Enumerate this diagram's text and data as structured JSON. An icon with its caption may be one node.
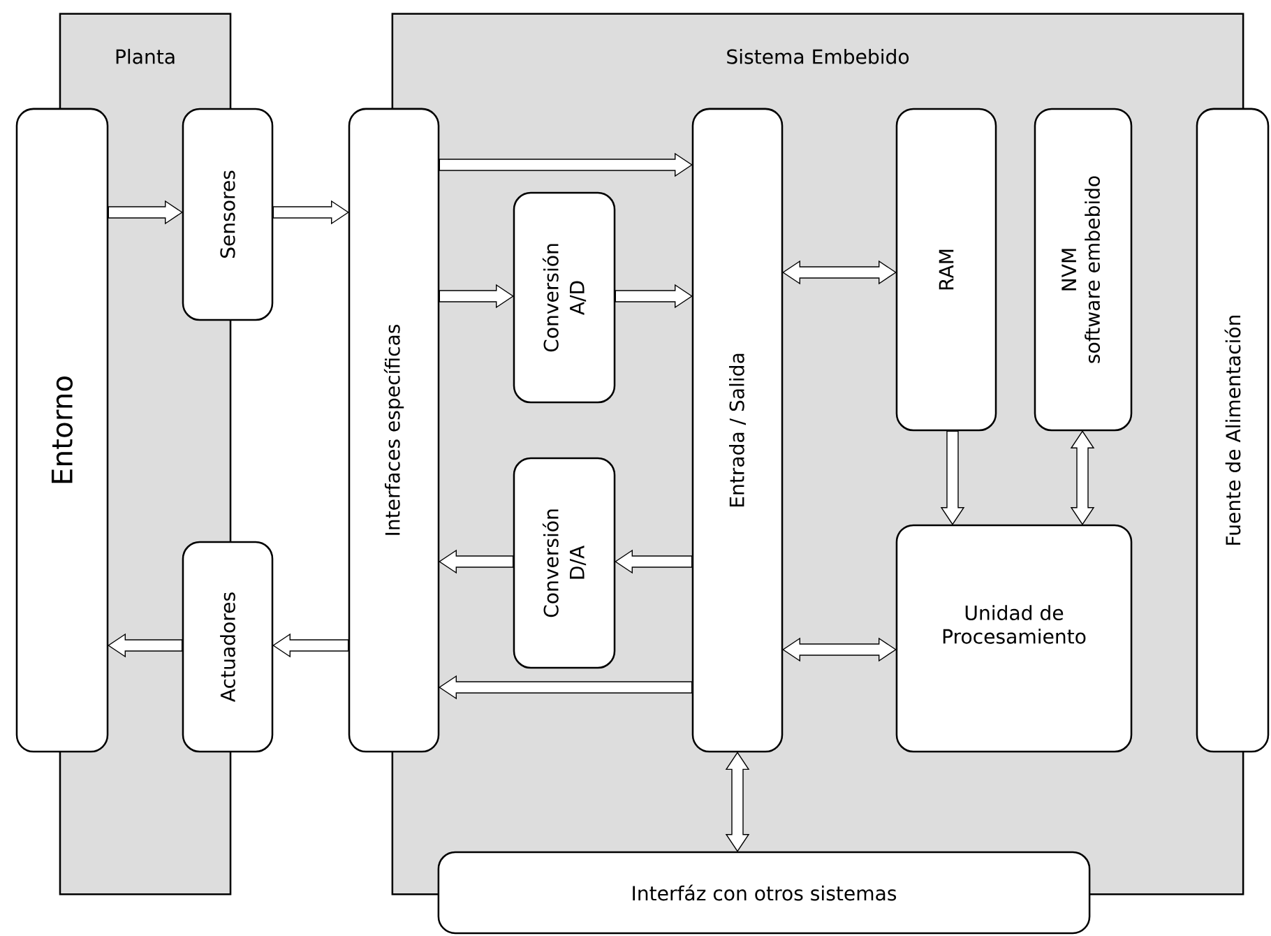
{
  "diagram": {
    "nodes": [
      {
        "text": [
          "Planta"
        ]
      },
      {
        "text": [
          "Sistema Embebido"
        ]
      },
      {
        "text": [
          "Entorno"
        ]
      },
      {
        "text": [
          "Sensores"
        ]
      },
      {
        "text": [
          "Actuadores"
        ]
      },
      {
        "text": [
          "Interfaces específicas"
        ]
      },
      {
        "text": [
          "Conversión A/D"
        ],
        "in": 1
      },
      {
        "text": [
          "Conversión D/A"
        ],
        "in": 1
      },
      {
        "text": [
          "Entrada / Salida"
        ],
        "in": 1
      },
      {
        "text": [
          "RAM"
        ],
        "in": 1
      },
      {
        "text": [
          "NVM",
          "software embebido"
        ],
        "in": 1
      },
      {
        "text": [
          "Unidad de Procesamiento"
        ],
        "in": 1
      },
      {
        "text": [
          "Fuente de Alimentación"
        ]
      },
      {
        "text": [
          "Interfáz con otros sistemas"
        ]
      }
    ],
    "edges": [
      {
        "from": 2,
        "to": 3,
        "arrow": "to"
      },
      {
        "from": 3,
        "to": 5,
        "arrow": "to"
      },
      {
        "from": 5,
        "to": 8,
        "arrow": "to"
      },
      {
        "from": 5,
        "to": 6,
        "arrow": "to"
      },
      {
        "from": 6,
        "to": 8,
        "arrow": "to"
      },
      {
        "from": 8,
        "to": 7,
        "arrow": "to"
      },
      {
        "from": 7,
        "to": 5,
        "arrow": "to"
      },
      {
        "from": 8,
        "to": 5,
        "arrow": "to"
      },
      {
        "from": 5,
        "to": 4,
        "arrow": "to"
      },
      {
        "from": 4,
        "to": 2,
        "arrow": "to"
      },
      {
        "from": 8,
        "to": 9,
        "arrow": "both"
      },
      {
        "from": 8,
        "to": 11,
        "arrow": "both"
      },
      {
        "from": 9,
        "to": 11,
        "arrow": "to"
      },
      {
        "from": 10,
        "to": 11,
        "arrow": "both"
      },
      {
        "from": 8,
        "to": 13,
        "arrow": "both"
      }
    ]
  }
}
